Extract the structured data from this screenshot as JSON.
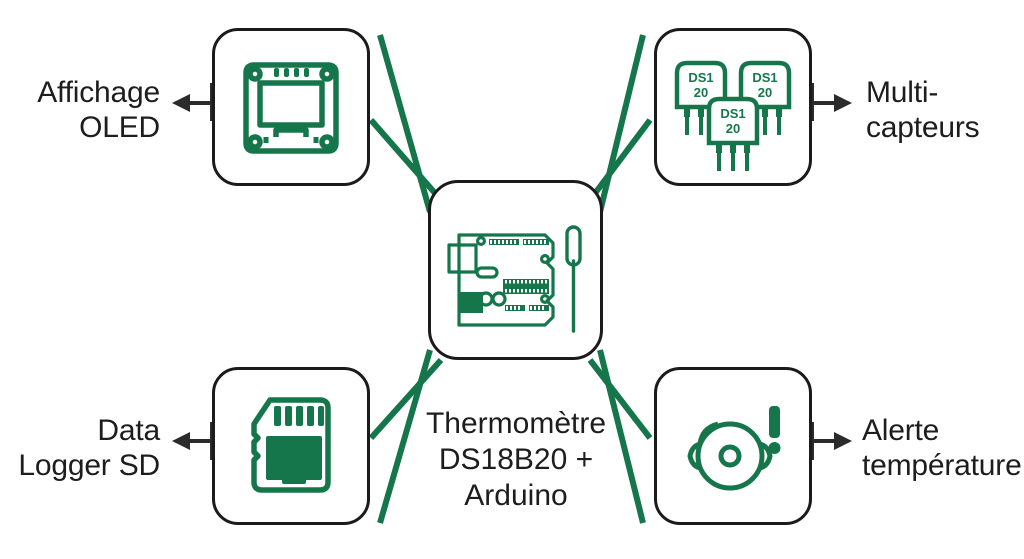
{
  "diagram": {
    "title": "Thermomètre DS18B20 + Arduino",
    "type": "hub-and-spoke",
    "colors": {
      "accent_green": "#16764b",
      "outline_dark": "#1b1b1b",
      "text": "#1d1d1d",
      "background": "#ffffff"
    },
    "center": {
      "label": "Thermomètre\nDS18B20 +\nArduino",
      "icon": "arduino-board-with-temperature-probe-icon"
    },
    "nodes": [
      {
        "id": "oled",
        "position": "top-left",
        "label": "Affichage\nOLED",
        "icon": "oled-display-module-icon",
        "arrow_direction": "left"
      },
      {
        "id": "multi-sensors",
        "position": "top-right",
        "label": "Multi-\ncapteurs",
        "icon": "ds18b20-sensors-icon",
        "arrow_direction": "right",
        "sensor_label_line1": "DS1",
        "sensor_label_line2": "20",
        "sensor_count": 3
      },
      {
        "id": "data-logger",
        "position": "bottom-left",
        "label": "Data\nLogger SD",
        "icon": "sd-card-icon",
        "arrow_direction": "left"
      },
      {
        "id": "temperature-alert",
        "position": "bottom-right",
        "label": "Alerte\ntempérature",
        "icon": "buzzer-alert-icon",
        "arrow_direction": "right"
      }
    ]
  }
}
